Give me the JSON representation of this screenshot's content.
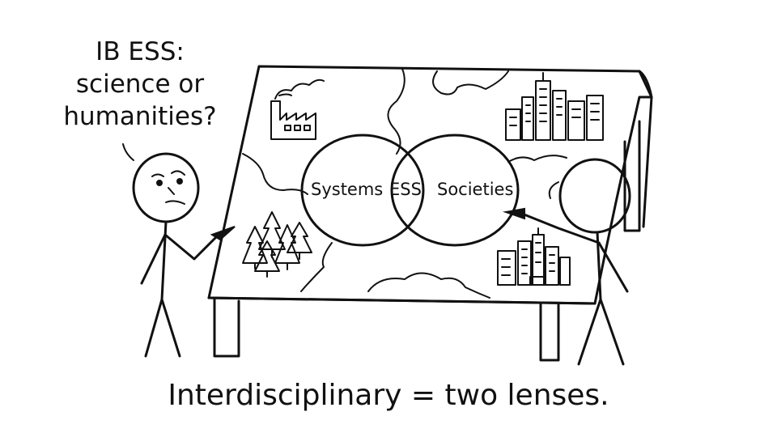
{
  "speech_bubble": {
    "lines": [
      "IB ESS:",
      "science or",
      "humanities?"
    ]
  },
  "venn": {
    "left_label": "Systems",
    "center_label": "ESS",
    "right_label": "Societies"
  },
  "caption": "Interdisciplinary = two lenses.",
  "icons": [
    "factory-icon",
    "forest-icon",
    "city-icon",
    "city-icon"
  ],
  "colors": {
    "ink": "#111111",
    "background": "#ffffff"
  }
}
